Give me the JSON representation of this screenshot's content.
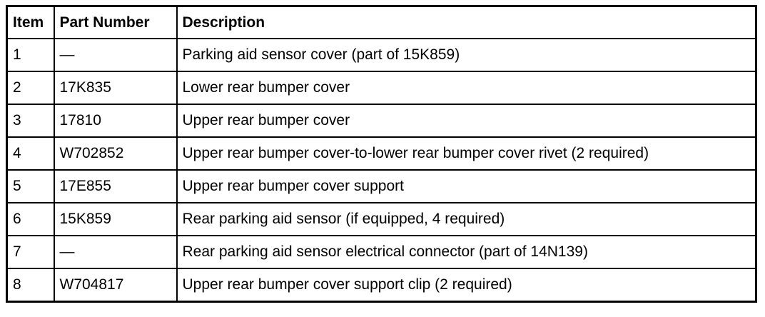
{
  "table": {
    "headers": [
      "Item",
      "Part Number",
      "Description"
    ],
    "rows": [
      [
        "1",
        "—",
        "Parking aid sensor cover (part of 15K859)"
      ],
      [
        "2",
        "17K835",
        "Lower rear bumper cover"
      ],
      [
        "3",
        "17810",
        "Upper rear bumper cover"
      ],
      [
        "4",
        "W702852",
        "Upper rear bumper cover-to-lower rear bumper cover rivet (2 required)"
      ],
      [
        "5",
        "17E855",
        "Upper rear bumper cover support"
      ],
      [
        "6",
        "15K859",
        "Rear parking aid sensor (if equipped, 4 required)"
      ],
      [
        "7",
        "—",
        "Rear parking aid sensor electrical connector (part of 14N139)"
      ],
      [
        "8",
        "W704817",
        "Upper rear bumper cover support clip (2 required)"
      ]
    ]
  }
}
